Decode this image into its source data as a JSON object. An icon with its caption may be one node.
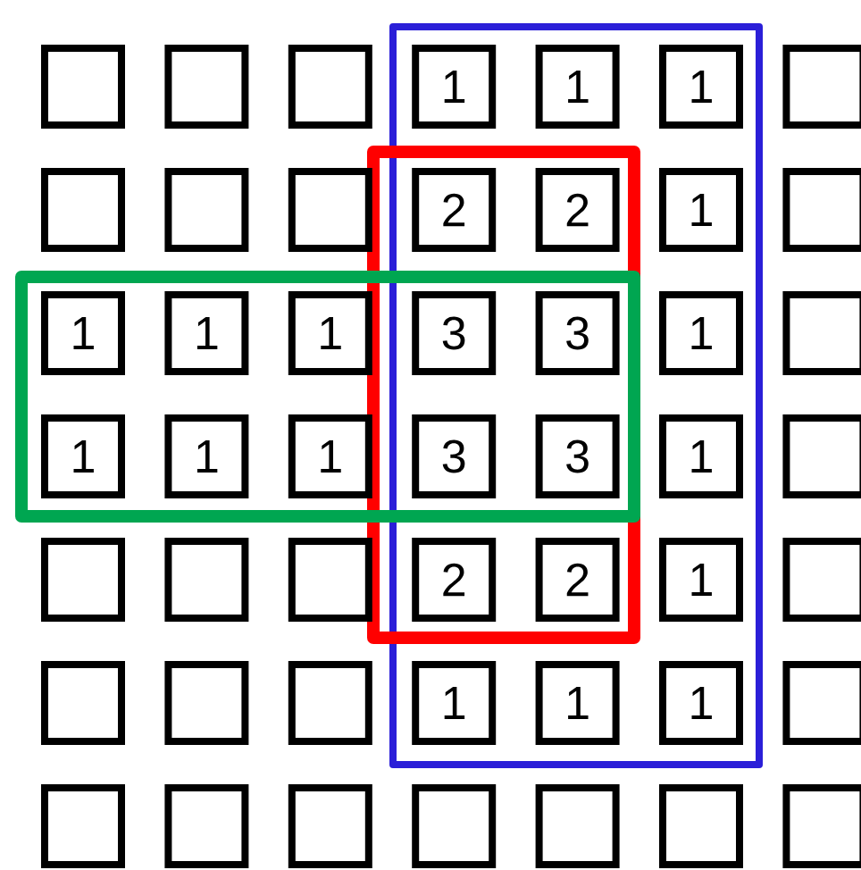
{
  "diagram": {
    "nodes": [
      {
        "text": [],
        "shape": "box"
      },
      {
        "text": [],
        "shape": "box"
      },
      {
        "text": [],
        "shape": "box"
      },
      {
        "text": [
          "1"
        ]
      },
      {
        "text": [
          "1"
        ]
      },
      {
        "text": [
          "1"
        ]
      },
      {
        "text": [],
        "shape": "box"
      },
      {
        "text": [],
        "shape": "box"
      },
      {
        "text": [],
        "shape": "box"
      },
      {
        "text": [],
        "shape": "box"
      },
      {
        "text": [
          "2"
        ]
      },
      {
        "text": [
          "2"
        ]
      },
      {
        "text": [
          "1"
        ]
      },
      {
        "text": [],
        "shape": "box"
      },
      {
        "text": [
          "1"
        ]
      },
      {
        "text": [
          "1"
        ]
      },
      {
        "text": [
          "1"
        ]
      },
      {
        "text": [
          "3"
        ]
      },
      {
        "text": [
          "3"
        ]
      },
      {
        "text": [
          "1"
        ]
      },
      {
        "text": [],
        "shape": "box"
      },
      {
        "text": [
          "1"
        ]
      },
      {
        "text": [
          "1"
        ]
      },
      {
        "text": [
          "1"
        ]
      },
      {
        "text": [
          "3"
        ]
      },
      {
        "text": [
          "3"
        ]
      },
      {
        "text": [
          "1"
        ]
      },
      {
        "text": [],
        "shape": "box"
      },
      {
        "text": [],
        "shape": "box"
      },
      {
        "text": [],
        "shape": "box"
      },
      {
        "text": [],
        "shape": "box"
      },
      {
        "text": [
          "2"
        ]
      },
      {
        "text": [
          "2"
        ]
      },
      {
        "text": [
          "1"
        ]
      },
      {
        "text": [],
        "shape": "box"
      },
      {
        "text": [],
        "shape": "box"
      },
      {
        "text": [],
        "shape": "box"
      },
      {
        "text": [],
        "shape": "box"
      },
      {
        "text": [
          "1"
        ]
      },
      {
        "text": [
          "1"
        ]
      },
      {
        "text": [
          "1"
        ]
      },
      {
        "text": [],
        "shape": "box"
      },
      {
        "text": [],
        "shape": "box"
      },
      {
        "text": [],
        "shape": "box"
      },
      {
        "text": [],
        "shape": "box"
      },
      {
        "text": [],
        "shape": "box"
      },
      {
        "text": [],
        "shape": "box"
      },
      {
        "text": [],
        "shape": "box"
      },
      {
        "text": [],
        "shape": "box"
      }
    ]
  }
}
